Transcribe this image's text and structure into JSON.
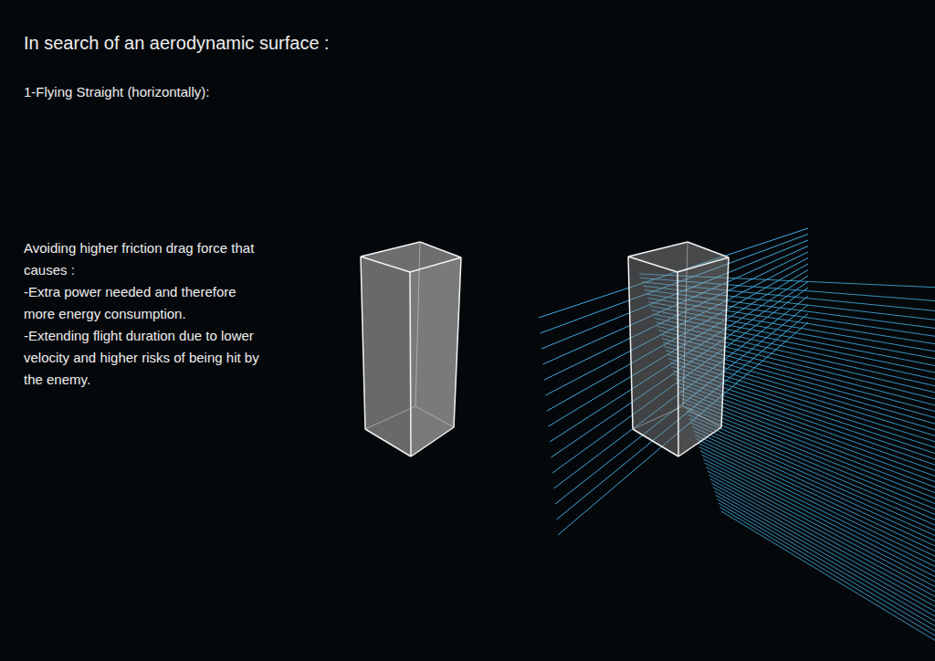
{
  "diagram": {
    "title": "In search of an aerodynamic surface :",
    "labels": [
      "1-Flying Straight (horizontally):",
      "Avoiding higher friction drag force that causes :",
      "-Extra power needed and therefore more energy consumption.",
      "-Extending flight duration due to lower velocity and higher risks of being hit by the enemy."
    ]
  }
}
